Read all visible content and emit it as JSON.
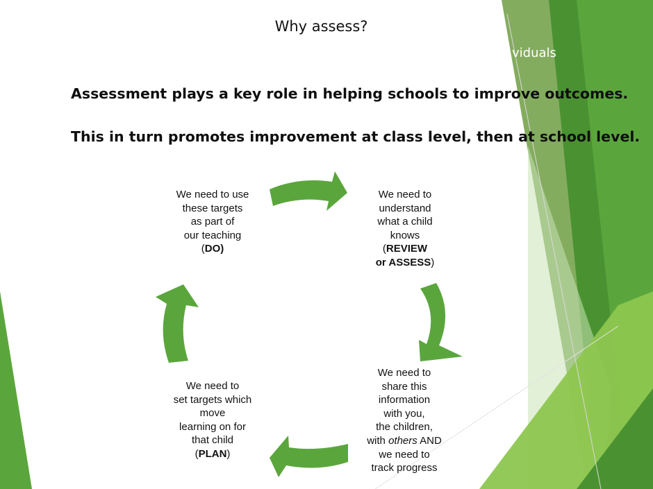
{
  "slide": {
    "title": "Why assess?",
    "partial_text": "viduals",
    "statement_1": "Assessment plays a key role in helping schools to improve outcomes.",
    "statement_2": "This in turn promotes improvement at class level, then at school level."
  },
  "cycle": {
    "do": {
      "l1": "We need to use",
      "l2": "these targets",
      "l3": "as part of",
      "l4": "our teaching",
      "open": "(",
      "keyword": "DO)",
      "close": ""
    },
    "review": {
      "l1": "We need to",
      "l2": "understand",
      "l3": "what a child",
      "l4": "knows",
      "open": "(",
      "keyword_1": "REVIEW",
      "keyword_2": "or ASSESS",
      "close": ")"
    },
    "share": {
      "l1": "We need to",
      "l2": "share this",
      "l3": "information",
      "l4": "with you,",
      "l5": "the children,",
      "l6a": "with ",
      "l6b": "others",
      "l6c": " AND",
      "l7": "we need to",
      "l8": "track progress"
    },
    "plan": {
      "l1": "We need to",
      "l2": "set targets which",
      "l3": "move",
      "l4": "learning on for",
      "l5": "that child",
      "open": "(",
      "keyword": "PLAN",
      "close": ")"
    }
  },
  "colors": {
    "arrow": "#5aa63c",
    "dark_green": "#4a9231",
    "light_green": "#8dc64f",
    "olive_green": "#6f9e43",
    "pale_green": "#c9e3b4"
  }
}
